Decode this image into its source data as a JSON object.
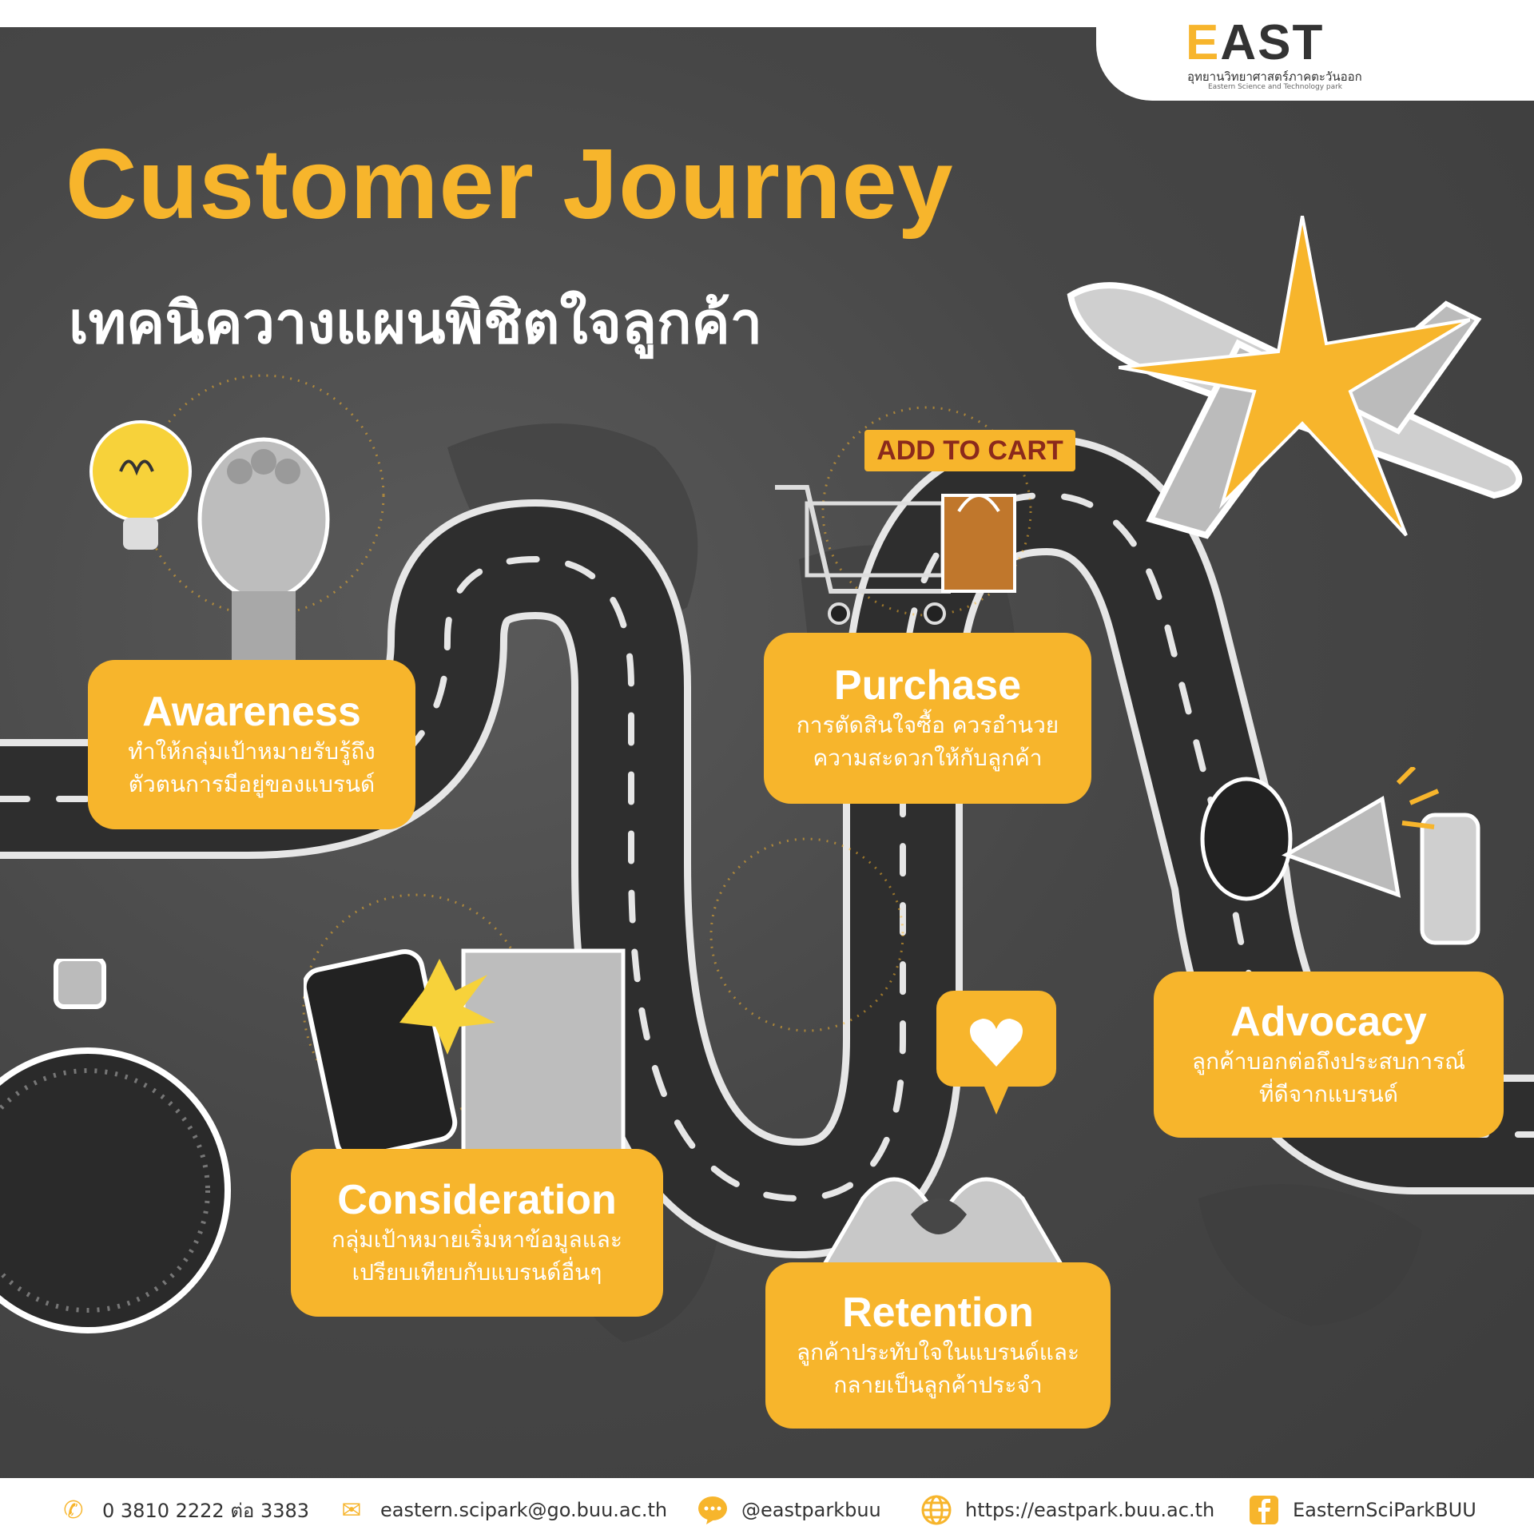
{
  "logo": {
    "wordmark_e": "E",
    "wordmark_rest": "AST",
    "thai": "อุทยานวิทยาศาสตร์ภาคตะวันออก",
    "english": "Eastern Science and Technology park"
  },
  "title": "Customer Journey",
  "subtitle": "เทคนิควางแผนพิชิตใจลูกค้า",
  "cart_sign": "ADD TO CART",
  "stages": [
    {
      "title": "Awareness",
      "line1": "ทำให้กลุ่มเป้าหมายรับรู้ถึง",
      "line2": "ตัวตนการมีอยู่ของแบรนด์"
    },
    {
      "title": "Consideration",
      "line1": "กลุ่มเป้าหมายเริ่มหาข้อมูลและ",
      "line2": "เปรียบเทียบกับแบรนด์อื่นๆ"
    },
    {
      "title": "Purchase",
      "line1": "การตัดสินใจซื้อ ควรอำนวย",
      "line2": "ความสะดวกให้กับลูกค้า"
    },
    {
      "title": "Retention",
      "line1": "ลูกค้าประทับใจในแบรนด์และ",
      "line2": "กลายเป็นลูกค้าประจำ"
    },
    {
      "title": "Advocacy",
      "line1": "ลูกค้าบอกต่อถึงประสบการณ์",
      "line2": "ที่ดีจากแบรนด์"
    }
  ],
  "footer": {
    "phone": "0 3810 2222 ต่อ 3383",
    "email": "eastern.scipark@go.buu.ac.th",
    "line": "@eastparkbuu",
    "website": "https://eastpark.buu.ac.th",
    "facebook": "EasternSciParkBUU"
  },
  "colors": {
    "accent": "#f7b52c",
    "background": "#474747",
    "road": "#2e2e2e",
    "road_edge": "#d9d9d9"
  },
  "icons": [
    "phone-icon",
    "mail-icon",
    "line-chat-icon",
    "globe-icon",
    "facebook-icon"
  ]
}
